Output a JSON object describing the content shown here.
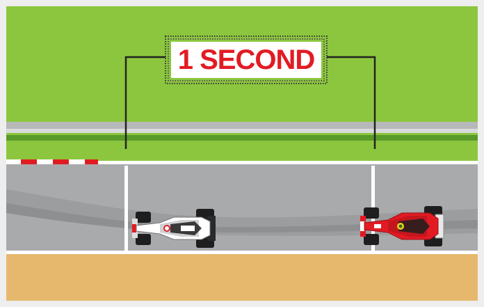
{
  "label": {
    "text": "1 SECOND"
  },
  "colors": {
    "grass": "#8cc63f",
    "grass_dark": "#5a9a2a",
    "track": "#a9aaac",
    "track_dark": "#8e8f91",
    "sand": "#e6b86e",
    "kerb_red": "#e21b23",
    "label_red": "#e21b23",
    "frame": "#eeeeee"
  },
  "cars": [
    {
      "name": "silver-car",
      "body": "#ffffff",
      "accent": "#e21b23"
    },
    {
      "name": "red-car",
      "body": "#e21b23",
      "accent": "#ffffff"
    }
  ]
}
